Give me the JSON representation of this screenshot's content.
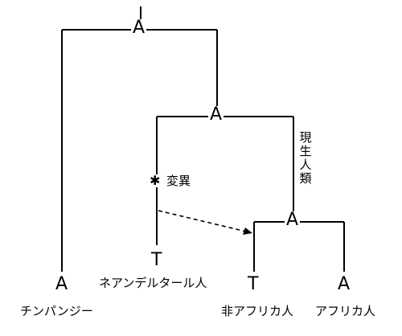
{
  "nodes": {
    "root_allele": "A",
    "modern_ancestor_allele": "A",
    "african_split_allele": "A"
  },
  "leaves": {
    "chimpanzee": {
      "allele": "A",
      "label": "チンパンジー"
    },
    "neanderthal": {
      "allele": "T",
      "label": "ネアンデルタール人"
    },
    "non_african": {
      "allele": "T",
      "label": "非アフリカ人"
    },
    "african": {
      "allele": "A",
      "label": "アフリカ人"
    }
  },
  "annotations": {
    "mutation_mark": "✱",
    "mutation_label": "変異",
    "modern_humans_label": "現生人類"
  },
  "colors": {
    "line": "#000000",
    "text": "#000000",
    "background": "#ffffff"
  }
}
